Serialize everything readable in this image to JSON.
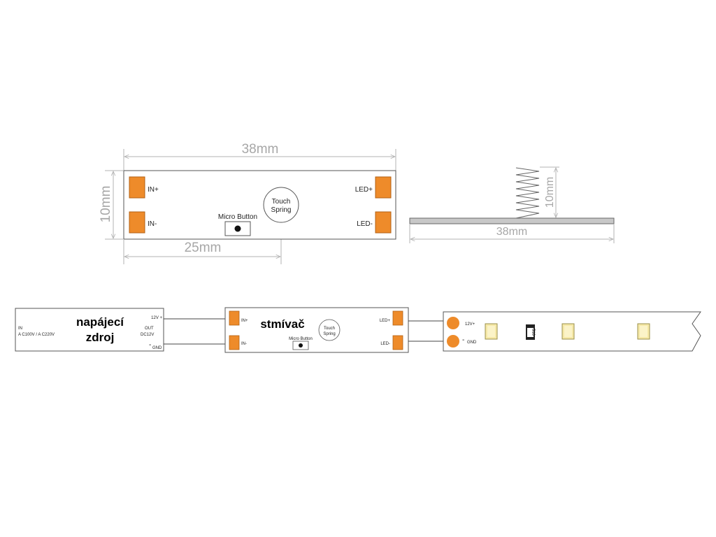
{
  "colors": {
    "pad": "#ee8b2a",
    "pad_stroke": "#b36115",
    "dim_line": "#b3b3b3",
    "dim_text": "#a7a7a7",
    "outline": "#555555",
    "led": "#f6e9a8",
    "led_stroke": "#9a8f4a",
    "base_plate": "#c8c8c8"
  },
  "top_view": {
    "width_dim": "38mm",
    "height_dim": "10mm",
    "spring_dim": "25mm",
    "pad_in_plus": "IN+",
    "pad_in_minus": "IN-",
    "pad_led_plus": "LED+",
    "pad_led_minus": "LED-",
    "touch_line1": "Touch",
    "touch_line2": "Spring",
    "micro_button": "Micro Button"
  },
  "side_view": {
    "height_dim": "10mm",
    "width_dim": "38mm"
  },
  "wiring": {
    "power_supply": {
      "title_line1": "napájecí",
      "title_line2": "zdroj",
      "in_label": "IN",
      "in_voltage": "A C100V / A C220V",
      "out_label": "OUT",
      "out_voltage": "DC12V",
      "out_plus": "12V +",
      "out_minus": "GND",
      "minus_sign": "-"
    },
    "dimmer": {
      "title": "stmívač",
      "in_plus": "IN+",
      "in_minus": "IN-",
      "led_plus": "LED+",
      "led_minus": "LED-",
      "touch_line1": "Touch",
      "touch_line2": "Spring",
      "micro_button": "Micro Button"
    },
    "led_strip": {
      "plus_label": "12V+",
      "minus_label": "GND",
      "minus_sign": "-",
      "resistor_label": "510"
    }
  }
}
